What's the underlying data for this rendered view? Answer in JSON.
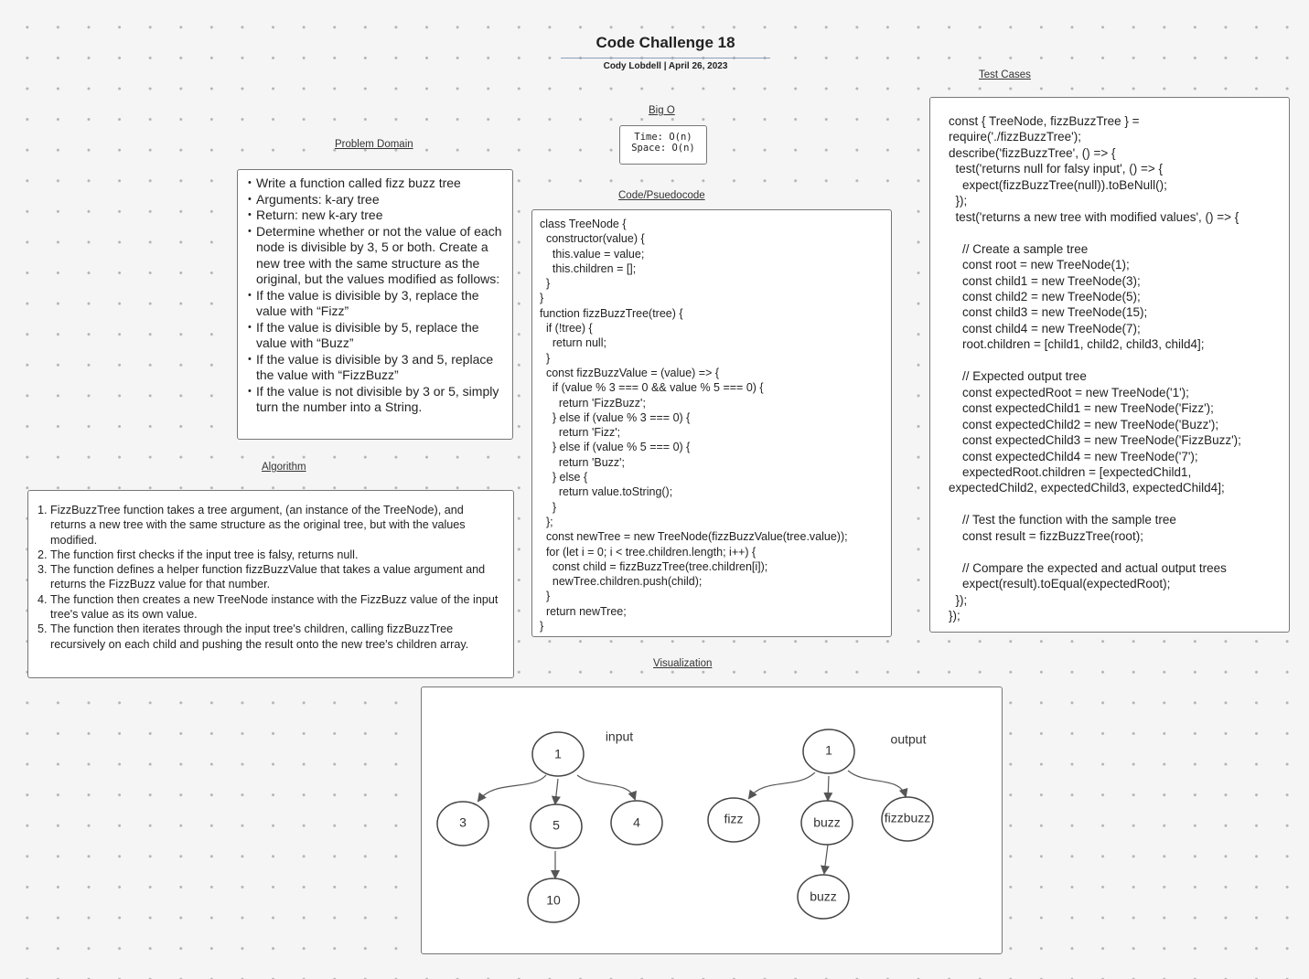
{
  "header": {
    "title": "Code Challenge 18",
    "subtitle": "Cody Lobdell  |  April 26, 2023"
  },
  "big_o": {
    "heading": "Big O",
    "lines": [
      "Time: O(n)",
      "Space: O(n)"
    ]
  },
  "problem_domain": {
    "heading": "Problem Domain",
    "items": [
      "Write a function called fizz buzz tree",
      "Arguments: k-ary tree",
      "Return: new k-ary tree",
      "Determine whether or not the value of each node is divisible by 3, 5 or both. Create a new tree with the same structure as the original, but the values modified as follows:",
      "If the value is divisible by 3, replace the value with “Fizz”",
      "If the value is divisible by 5, replace the value with “Buzz”",
      "If the value is divisible by 3 and 5, replace the value with “FizzBuzz”",
      "If the value is not divisible by 3 or 5, simply turn the number into a String."
    ]
  },
  "algorithm": {
    "heading": "Algorithm",
    "items": [
      {
        "num": "1.",
        "text": " FizzBuzzTree function takes a tree argument, (an instance of the TreeNode), and returns a new tree with the same structure as the original tree, but with the values modified."
      },
      {
        "num": "2.",
        "text": "The function first checks if the input tree is falsy,  returns null."
      },
      {
        "num": "3.",
        "text": "The function defines a helper function fizzBuzzValue that takes a value argument and returns the FizzBuzz value for that number."
      },
      {
        "num": "4.",
        "text": "The function then creates a new TreeNode instance with the FizzBuzz value of the input tree's value as its own value."
      },
      {
        "num": "5.",
        "text": "The function then iterates through the input tree's children, calling fizzBuzzTree recursively on each child and pushing the result onto the new tree's children array."
      }
    ]
  },
  "code": {
    "heading": "Code/Psuedocode",
    "lines": [
      "class TreeNode {",
      "  constructor(value) {",
      "    this.value = value;",
      "    this.children = [];",
      "  }",
      "}",
      "function fizzBuzzTree(tree) {",
      "  if (!tree) {",
      "    return null;",
      "  }",
      "  const fizzBuzzValue = (value) => {",
      "    if (value % 3 === 0 && value % 5 === 0) {",
      "      return 'FizzBuzz';",
      "    } else if (value % 3 === 0) {",
      "      return 'Fizz';",
      "    } else if (value % 5 === 0) {",
      "      return 'Buzz';",
      "    } else {",
      "      return value.toString();",
      "    }",
      "  };",
      "  const newTree = new TreeNode(fizzBuzzValue(tree.value));",
      "  for (let i = 0; i < tree.children.length; i++) {",
      "    const child = fizzBuzzTree(tree.children[i]);",
      "    newTree.children.push(child);",
      "  }",
      "  return newTree;",
      "}"
    ]
  },
  "tests": {
    "heading": "Test Cases",
    "lines": [
      "const { TreeNode, fizzBuzzTree } =",
      "require('./fizzBuzzTree');",
      "describe('fizzBuzzTree', () => {",
      "  test('returns null for falsy input', () => {",
      "    expect(fizzBuzzTree(null)).toBeNull();",
      "  });",
      "  test('returns a new tree with modified values', () => {",
      "",
      "    // Create a sample tree",
      "    const root = new TreeNode(1);",
      "    const child1 = new TreeNode(3);",
      "    const child2 = new TreeNode(5);",
      "    const child3 = new TreeNode(15);",
      "    const child4 = new TreeNode(7);",
      "    root.children = [child1, child2, child3, child4];",
      "",
      "    // Expected output tree",
      "    const expectedRoot = new TreeNode('1');",
      "    const expectedChild1 = new TreeNode('Fizz');",
      "    const expectedChild2 = new TreeNode('Buzz');",
      "    const expectedChild3 = new TreeNode('FizzBuzz');",
      "    const expectedChild4 = new TreeNode('7');",
      "    expectedRoot.children = [expectedChild1,",
      "expectedChild2, expectedChild3, expectedChild4];",
      "",
      "    // Test the function with the sample tree",
      "    const result = fizzBuzzTree(root);",
      "",
      "    // Compare the expected and actual output trees",
      "    expect(result).toEqual(expectedRoot);",
      "  });",
      "});"
    ]
  },
  "visualization": {
    "heading": "Visualization",
    "input_label": "input",
    "output_label": "output",
    "input_nodes": [
      "1",
      "3",
      "5",
      "4",
      "10"
    ],
    "output_nodes": [
      "1",
      "fizz",
      "buzz",
      "fizzbuzz",
      "buzz"
    ]
  },
  "colors": {
    "border": "#777777",
    "box_fill": "#ffffff",
    "canvas": "#f5f5f5",
    "dot": "#b4b4b4"
  }
}
